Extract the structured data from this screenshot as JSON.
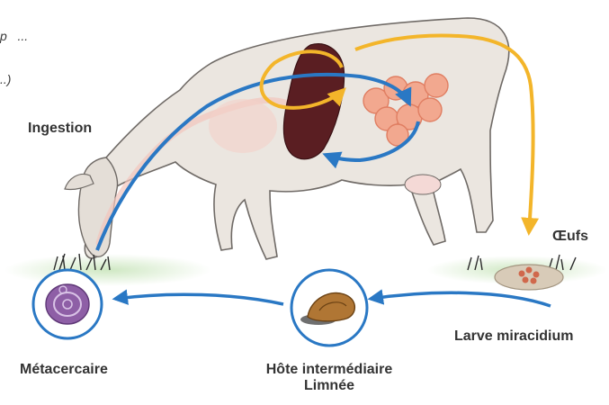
{
  "caption": {
    "line1": "p   ...",
    "line2": "..)"
  },
  "labels": {
    "ingestion": "Ingestion",
    "eggs": "Œufs",
    "miracidium": "Larve miracidium",
    "metacercaria": "Métacercaire",
    "host_line1": "Hôte intermédiaire",
    "host_line2": "Limnée"
  },
  "colors": {
    "blue_path": "#2a78c4",
    "yellow_path": "#f3b52a",
    "liver": "#5a1e22",
    "intestine": "#f2a88f",
    "cow_body": "#ebe6e0",
    "cow_outline": "#6f6a66",
    "grass_glow": "#cfe8c3",
    "circle_border": "#2a78c4"
  }
}
